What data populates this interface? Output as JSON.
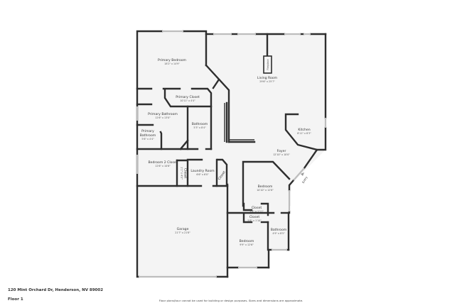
{
  "footer": {
    "address": "120 Mint Orchard Dr, Henderson, NV 89002",
    "floor_label": "Floor 1",
    "disclaimer": "Floor plans/tour cannot be used for building or design purposes. Sizes and dimensions are approximate."
  },
  "rooms": {
    "primary_bedroom": {
      "name": "Primary Bedroom",
      "dim": "18'2\" x 14'9\""
    },
    "living_room": {
      "name": "Living Room",
      "dim": "29'6\" x 25'7\""
    },
    "fireplace": {
      "name": "Fireplace"
    },
    "primary_closet": {
      "name": "Primary Closet",
      "dim": "10'11\" x 4'4\""
    },
    "primary_bathroom": {
      "name": "Primary Bathroom",
      "dim": "12'6\" x 13'0\""
    },
    "primary_bathroom_small": {
      "name_line1": "Primary",
      "name_line2": "Bathroom",
      "dim": "5'6\" x 4'4\""
    },
    "bathroom_1": {
      "name": "Bathroom",
      "dim": "5'3\" x 8'4\""
    },
    "kitchen": {
      "name": "Kitchen",
      "dim": "8'11\" x 8'3\""
    },
    "foyer": {
      "name": "Foyer",
      "dim": "12'10\" x 10'0\""
    },
    "entry": {
      "name": "Entry"
    },
    "bedroom_2_closet": {
      "name": "Bedroom 2 Closet",
      "dim": "12'6\" x 10'6\""
    },
    "closet_vertical": {
      "name": "Closet",
      "dim": "2'1\" x 4'0\""
    },
    "laundry_room": {
      "name": "Laundry Room",
      "dim": "6'6\" x 6'0\""
    },
    "closet_diag": {
      "name": "Closet"
    },
    "bedroom_1": {
      "name": "Bedroom",
      "dim": "10'10\" x 12'8\""
    },
    "closet_a": {
      "name": "Closet",
      "dim": "5'8\" x 1'11\""
    },
    "closet_b": {
      "name": "Closet",
      "dim": "5'8\" x 1'10\""
    },
    "bathroom_2": {
      "name": "Bathroom",
      "dim": "4'9\" x 8'5\""
    },
    "bedroom_2": {
      "name": "Bedroom",
      "dim": "9'9\" x 12'6\""
    },
    "garage": {
      "name": "Garage",
      "dim": "21'7\" x 21'8\""
    }
  },
  "colors": {
    "wall": "#2e2e2e",
    "floor": "#f4f4f4",
    "window": "#bdbdbd",
    "background": "#ffffff"
  }
}
